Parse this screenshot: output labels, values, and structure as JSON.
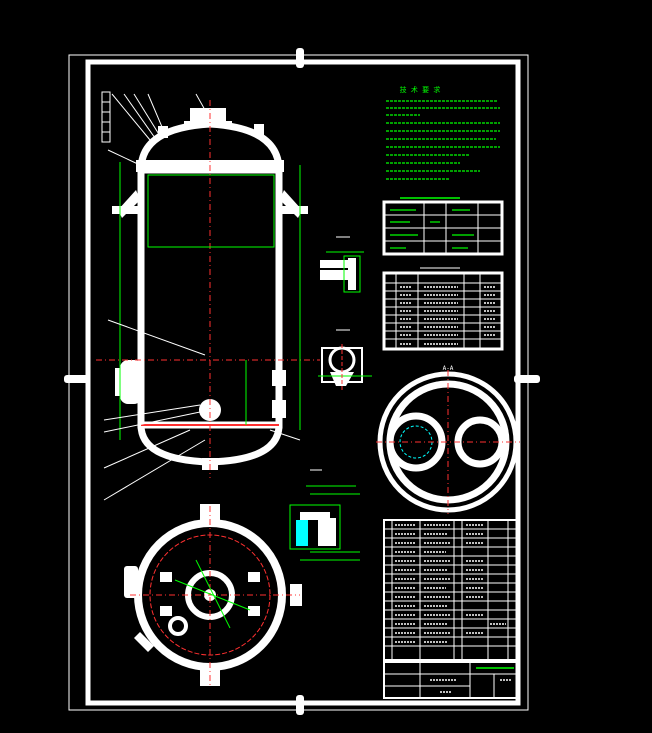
{
  "colors": {
    "background": "#000000",
    "outline": "#ffffff",
    "centerline": "#ff3030",
    "dimension": "#00ff00",
    "hatch": "#00ffff",
    "accent": "#ff00ff"
  },
  "drawing": {
    "notes_heading": "技 术 要 求",
    "bottom_label": "A-A"
  },
  "tables": {
    "nozzle_table_rows": 8,
    "spec_table_rows": 4,
    "parts_list_rows": 15
  }
}
